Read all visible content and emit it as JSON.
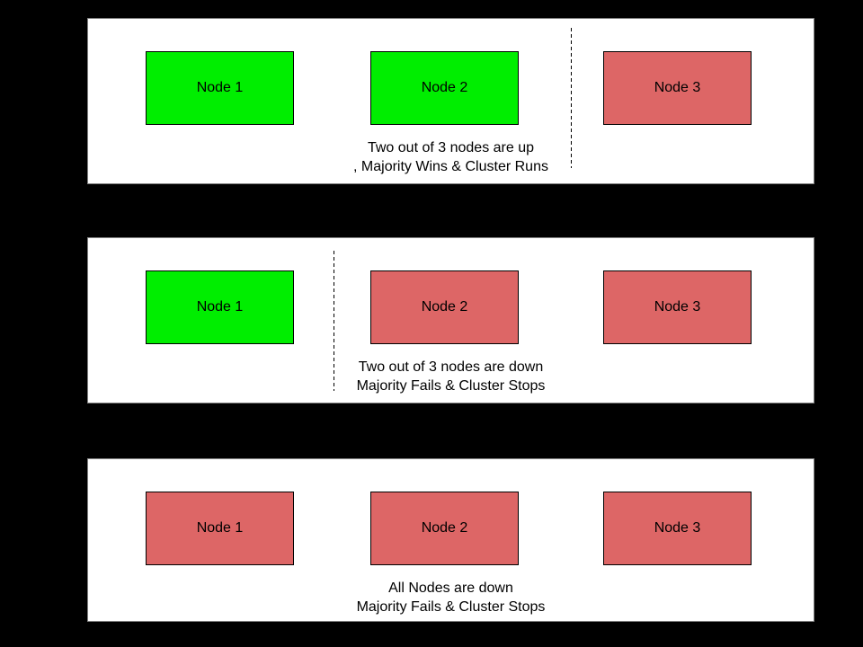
{
  "colors": {
    "background": "#000000",
    "panel_bg": "#FFFFFF",
    "panel_border": "#808080",
    "node_border": "#000000",
    "text": "#000000",
    "node_up": "#00EE00",
    "node_down": "#DD6666"
  },
  "panels": [
    {
      "nodes": [
        {
          "label": "Node 1",
          "status": "up"
        },
        {
          "label": "Node 2",
          "status": "up"
        },
        {
          "label": "Node 3",
          "status": "down"
        }
      ],
      "divider_present": true,
      "divider_between": "Node 2 and Node 3",
      "caption": [
        "Two out of 3 nodes are up",
        ", Majority Wins & Cluster Runs"
      ]
    },
    {
      "nodes": [
        {
          "label": "Node 1",
          "status": "up"
        },
        {
          "label": "Node 2",
          "status": "down"
        },
        {
          "label": "Node 3",
          "status": "down"
        }
      ],
      "divider_present": true,
      "divider_between": "Node 1 and Node 2",
      "caption": [
        "Two out of 3 nodes are down",
        "Majority Fails & Cluster Stops"
      ]
    },
    {
      "nodes": [
        {
          "label": "Node 1",
          "status": "down"
        },
        {
          "label": "Node 2",
          "status": "down"
        },
        {
          "label": "Node 3",
          "status": "down"
        }
      ],
      "divider_present": false,
      "divider_between": "",
      "caption": [
        "All Nodes are down",
        "Majority Fails & Cluster Stops"
      ]
    }
  ]
}
